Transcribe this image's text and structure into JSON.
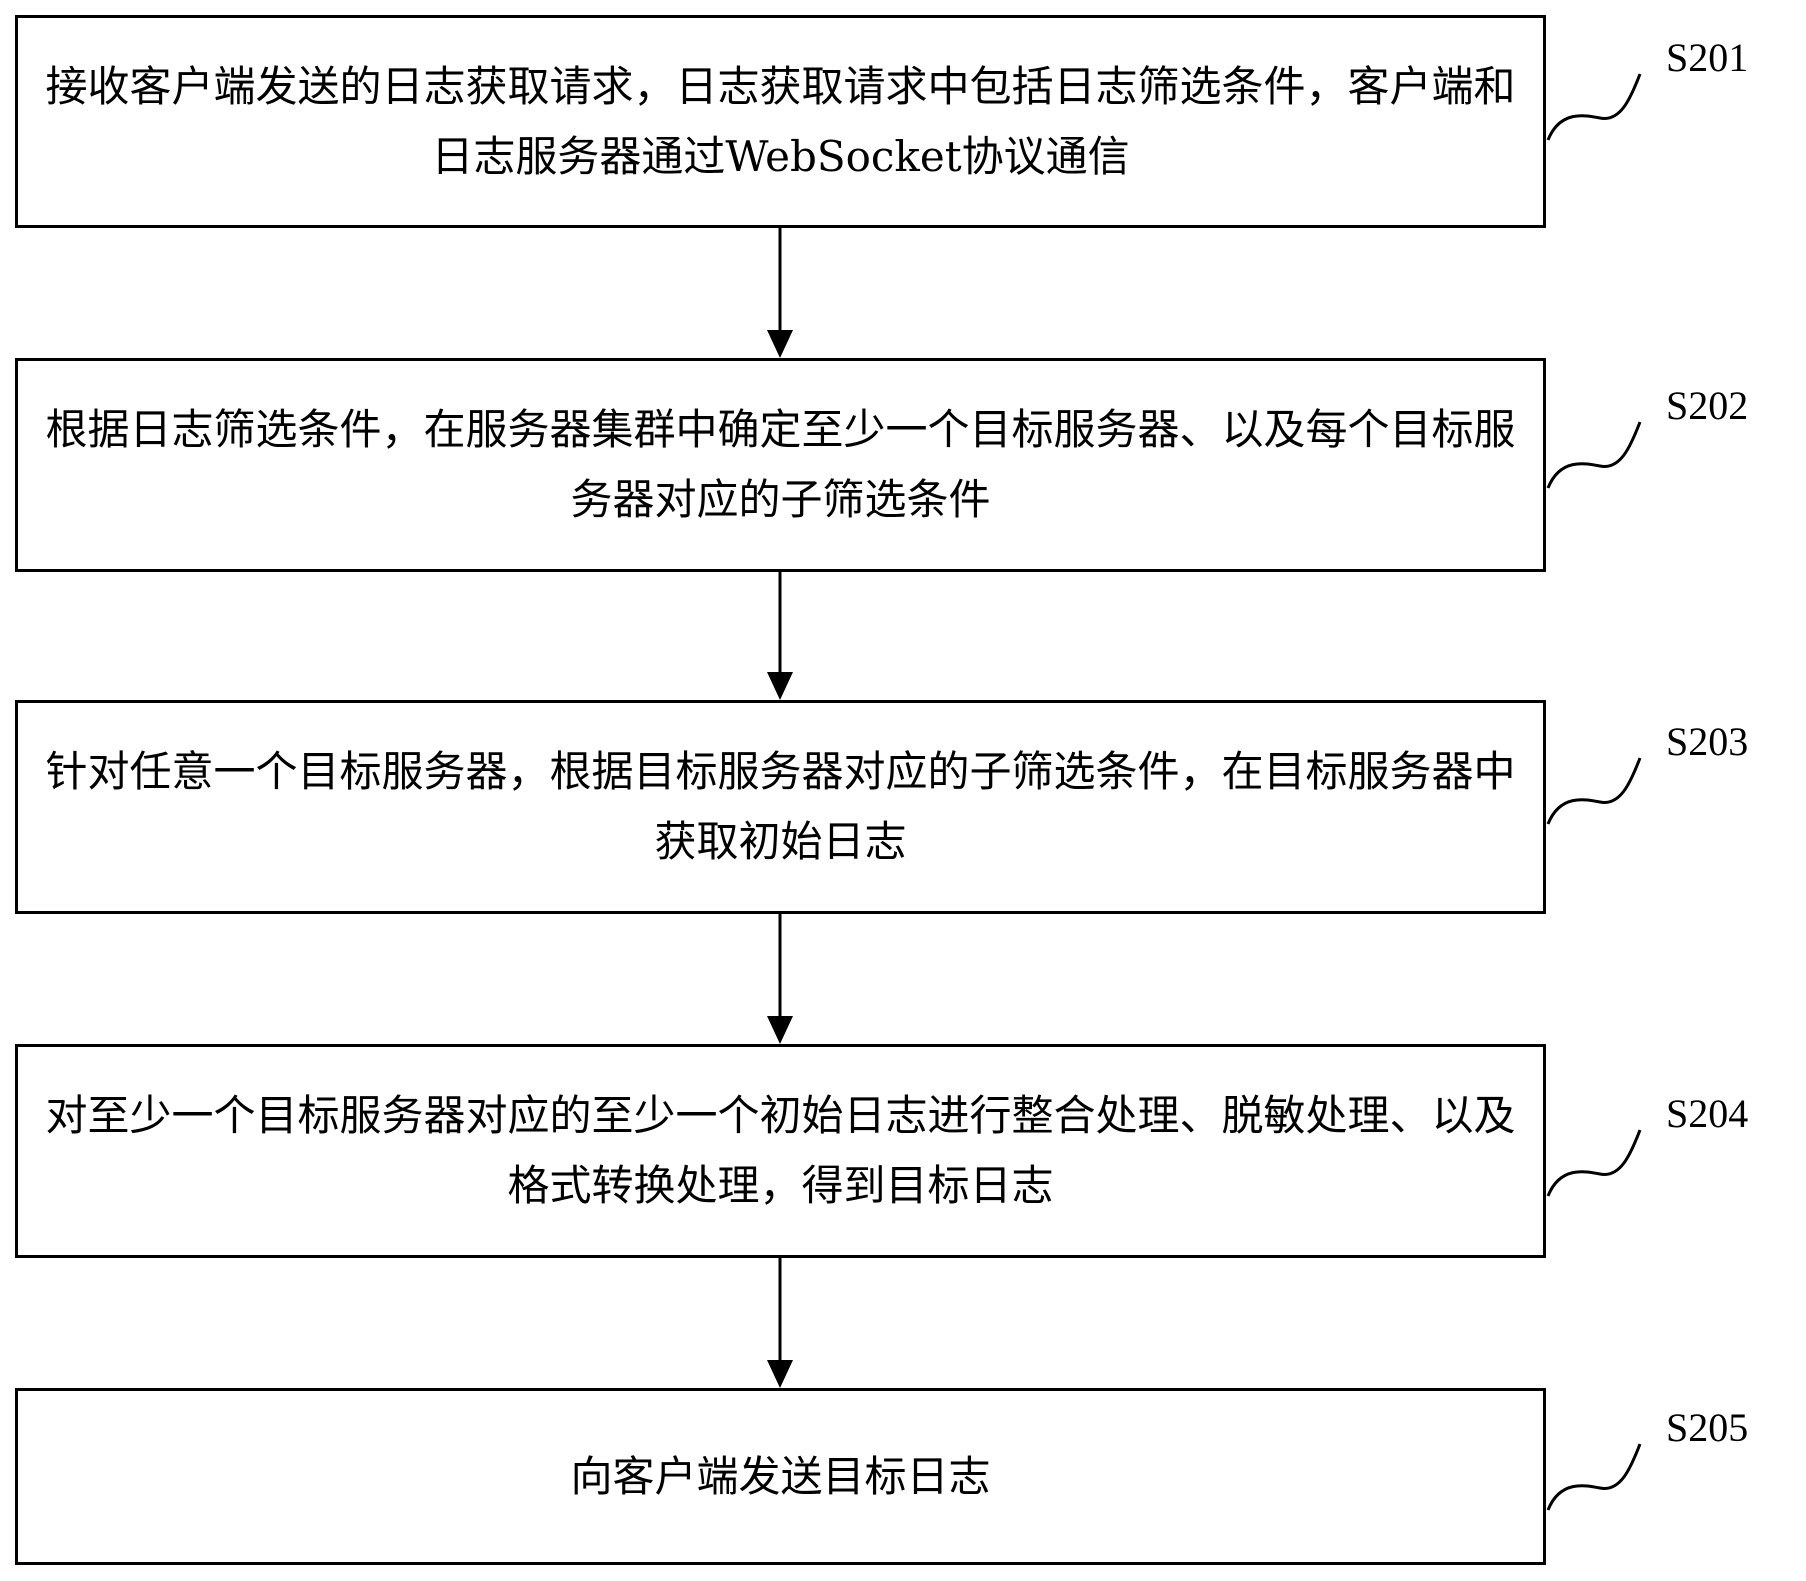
{
  "steps": [
    {
      "id": "S201",
      "text": "接收客户端发送的日志获取请求，日志获取请求中包括日志筛选条件，客户端和日志服务器通过WebSocket协议通信"
    },
    {
      "id": "S202",
      "text": "根据日志筛选条件，在服务器集群中确定至少一个目标服务器、以及每个目标服务器对应的子筛选条件"
    },
    {
      "id": "S203",
      "text": "针对任意一个目标服务器，根据目标服务器对应的子筛选条件，在目标服务器中获取初始日志"
    },
    {
      "id": "S204",
      "text": "对至少一个目标服务器对应的至少一个初始日志进行整合处理、脱敏处理、以及格式转换处理，得到目标日志"
    },
    {
      "id": "S205",
      "text": "向客户端发送目标日志"
    }
  ]
}
